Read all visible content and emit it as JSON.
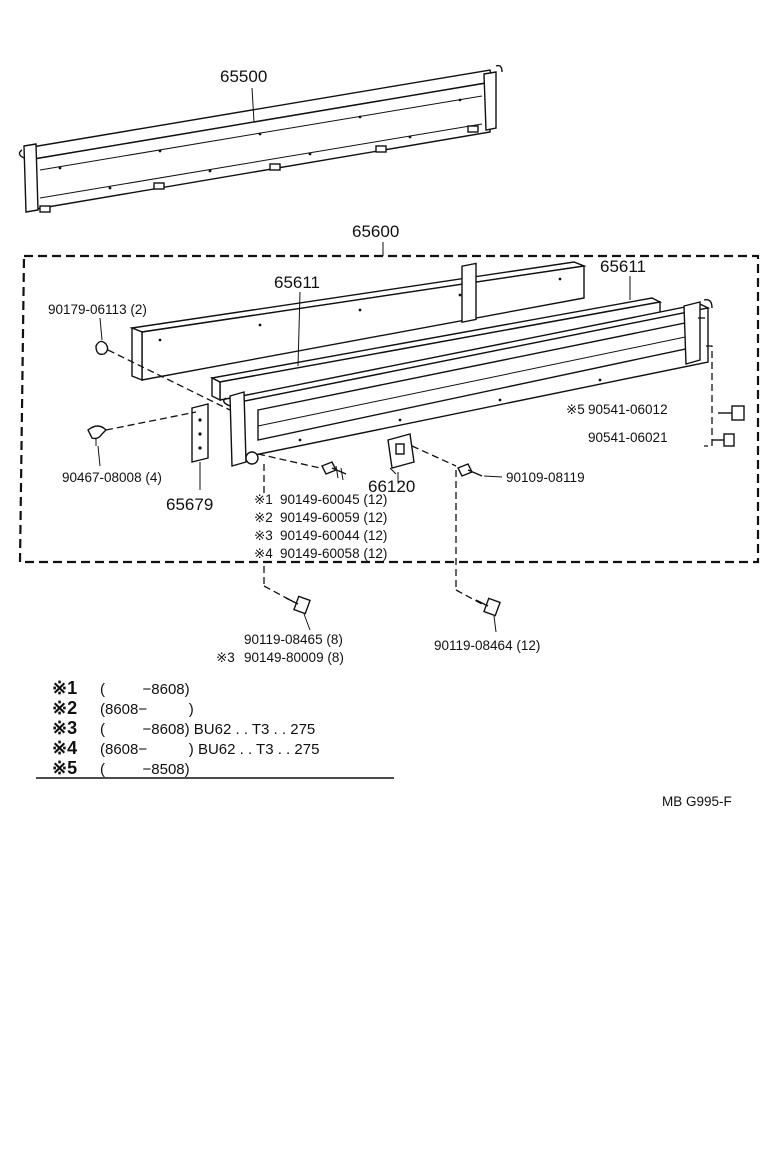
{
  "parts": {
    "p65500": "65500",
    "p65600": "65600",
    "p65611_a": "65611",
    "p65611_b": "65611",
    "p90179": "90179-06113 (2)",
    "p90467": "90467-08008 (4)",
    "p65679": "65679",
    "p66120": "66120",
    "p90109": "90109-08119",
    "p90541_a": "90541-06012",
    "p90541_b": "90541-06021",
    "p90119_a": "90119-08465 (8)",
    "p90149_80009": "90149-80009 (8)",
    "p90119_b": "90119-08464 (12)"
  },
  "marks": {
    "m5_small": "※5",
    "m1_small": "※1",
    "m2_small": "※2",
    "m3_small": "※3",
    "m4_small": "※4",
    "m3_small_b": "※3"
  },
  "screws": [
    "90149-60045 (12)",
    "90149-60059 (12)",
    "90149-60044 (12)",
    "90149-60058 (12)"
  ],
  "notes": [
    {
      "mark": "※1",
      "text": "(         −8608)"
    },
    {
      "mark": "※2",
      "text": "(8608−          )"
    },
    {
      "mark": "※3",
      "text": "(         −8608) BU62 . . T3 . . 275"
    },
    {
      "mark": "※4",
      "text": "(8608−          ) BU62 . . T3 . . 275"
    },
    {
      "mark": "※5",
      "text": "(         −8508)"
    }
  ],
  "figure_code": "MB G995-F"
}
